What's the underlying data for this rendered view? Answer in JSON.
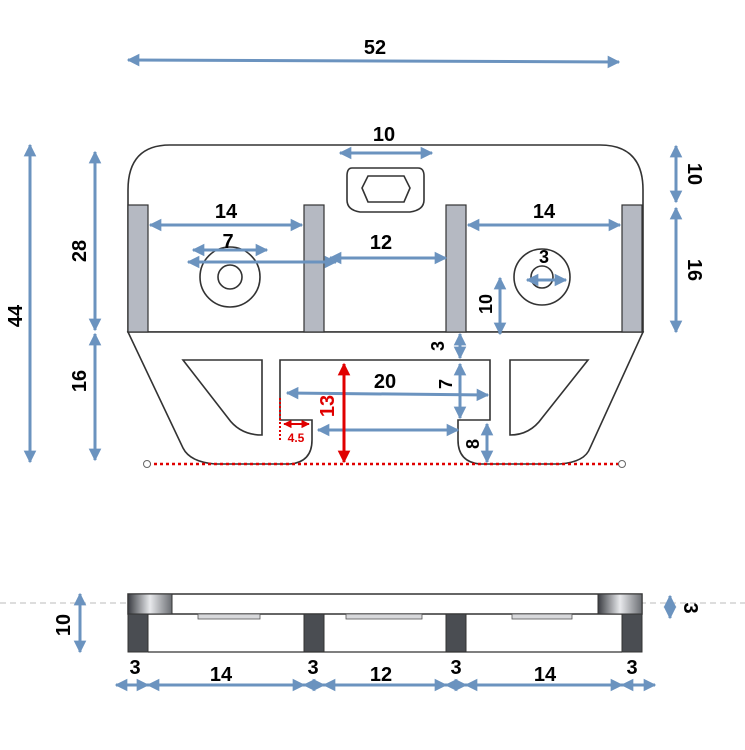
{
  "colors": {
    "dimension": "#6b93bf",
    "red": "#e00000",
    "outline": "#333333",
    "rib": "#b5b9c2",
    "dark_rib": "#4a4d52"
  },
  "top_view": {
    "overall_width": "52",
    "overall_height": "44",
    "upper_height": "28",
    "lower_height": "16",
    "slot_width": "10",
    "top_margin": "10",
    "bay_height": "16",
    "left_bay_width": "14",
    "right_bay_width": "14",
    "hole_diameter": "7",
    "center_span": "12",
    "small_hole": "3",
    "hole_offset": "10",
    "ledge_gap": "3",
    "notch_gap": "7",
    "inner_width": "20",
    "hook_height": "13",
    "hook_width": "4.5",
    "foot_height": "8"
  },
  "side_view": {
    "total_height": "10",
    "plate_thickness": "3",
    "segments": [
      "3",
      "14",
      "3",
      "12",
      "3",
      "14",
      "3"
    ]
  }
}
